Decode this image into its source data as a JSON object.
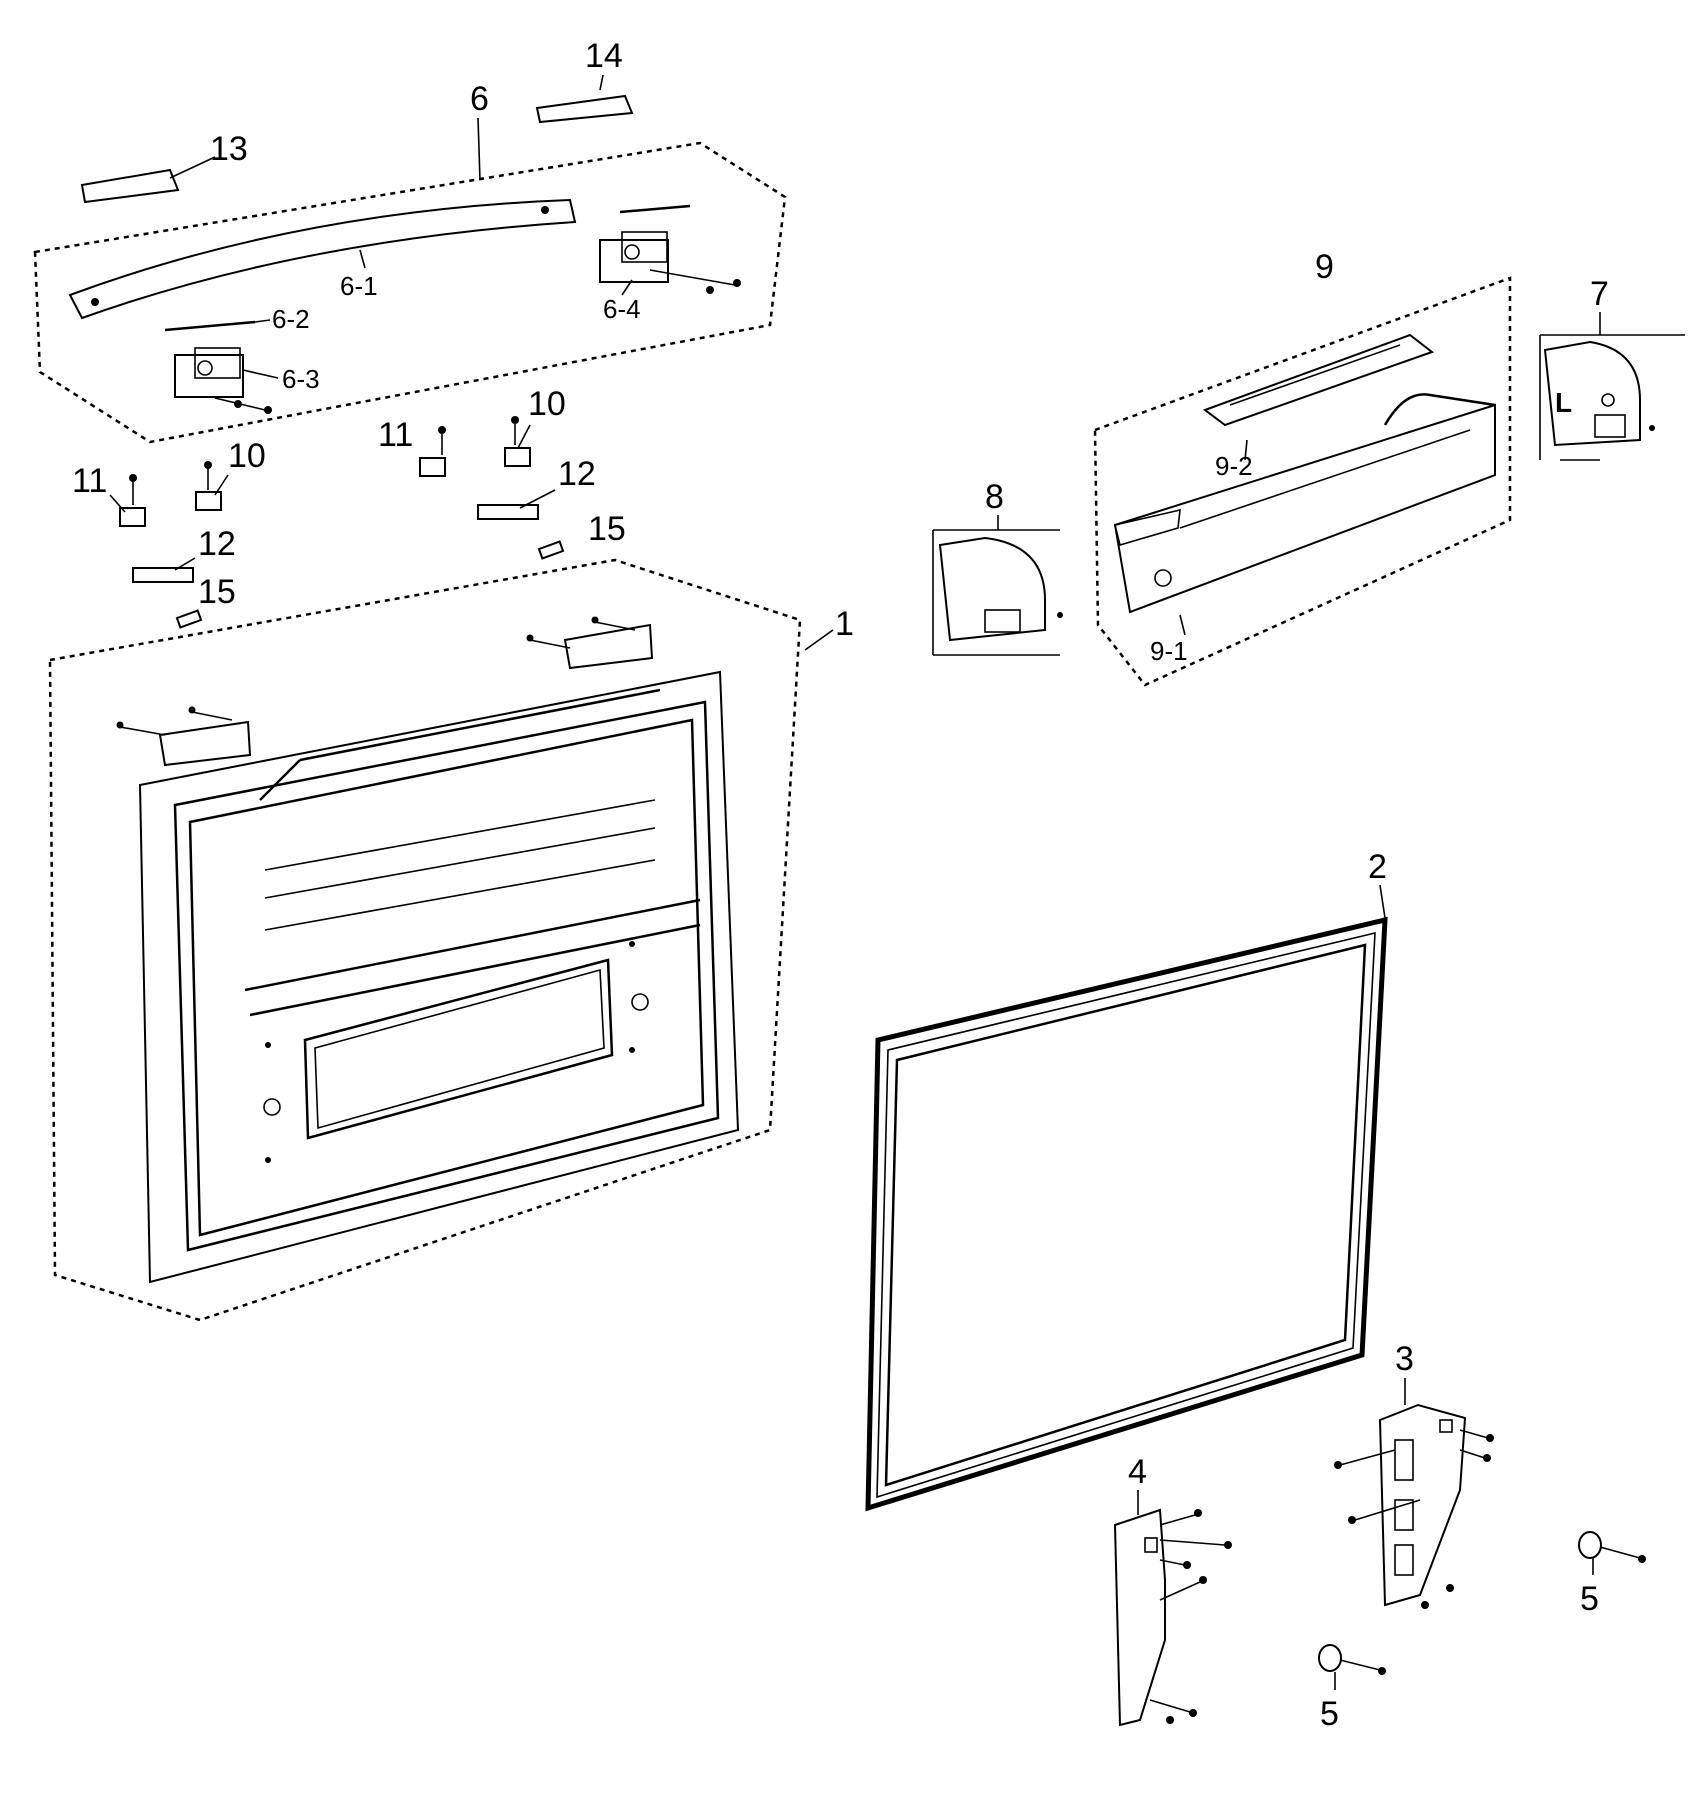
{
  "labels": {
    "p1": "1",
    "p2": "2",
    "p3": "3",
    "p4": "4",
    "p5a": "5",
    "p5b": "5",
    "p6": "6",
    "p6_1": "6-1",
    "p6_2": "6-2",
    "p6_3": "6-3",
    "p6_4": "6-4",
    "p7": "7",
    "p7_mark": "L",
    "p8": "8",
    "p9": "9",
    "p9_1": "9-1",
    "p9_2": "9-2",
    "p10a": "10",
    "p10b": "10",
    "p11a": "11",
    "p11b": "11",
    "p12a": "12",
    "p12b": "12",
    "p13": "13",
    "p14": "14",
    "p15a": "15",
    "p15b": "15"
  }
}
